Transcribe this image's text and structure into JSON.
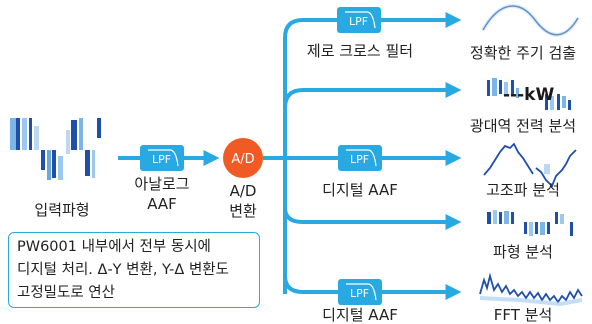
{
  "colors": {
    "accent": "#29a9e1",
    "adc": "#f05a24",
    "waveform": "#1f4fa8"
  },
  "input": {
    "label": "입력파형"
  },
  "aaf1": {
    "block": "LPF",
    "label_line1": "아날로그",
    "label_line2": "AAF"
  },
  "adc": {
    "block": "A/D",
    "label_line1": "A/D",
    "label_line2": "변환"
  },
  "branches": [
    {
      "block": "LPF",
      "block_label": "제로 크로스 필터",
      "output": "정확한 주기 검출"
    },
    {
      "output": "광대역 전력 분석",
      "overlay": "---kW"
    },
    {
      "block": "LPF",
      "block_label": "디지털 AAF",
      "output": "고조파 분석"
    },
    {
      "output": "파형 분석"
    },
    {
      "block": "LPF",
      "block_label": "디지털 AAF",
      "output": "FFT 분석"
    }
  ],
  "note": {
    "line1": "PW6001 내부에서 전부 동시에",
    "line2": "디지털 처리. Δ-Y 변환, Y-Δ 변환도",
    "line3": "고정밀도로 연산"
  }
}
